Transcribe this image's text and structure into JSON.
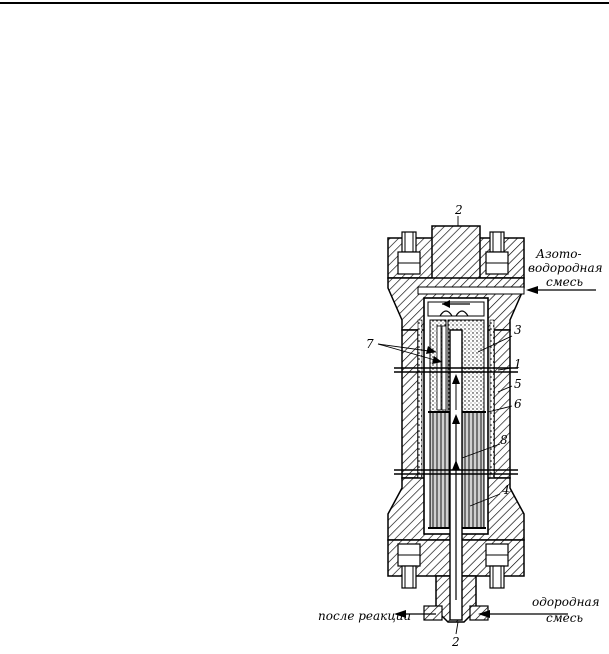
{
  "diagram": {
    "labels": {
      "top_port": "2",
      "bottom_port": "2",
      "label_7": "7",
      "label_3": "3",
      "label_1": "1",
      "label_5": "5",
      "label_6": "6",
      "label_8": "8",
      "label_4": "4"
    },
    "inlet": {
      "line1": "Азото-",
      "line2": "водородная",
      "line3": "смесь"
    },
    "bottom_right": {
      "line1": "одородная",
      "line2": "смесь"
    },
    "bottom_left": "после реакции"
  }
}
